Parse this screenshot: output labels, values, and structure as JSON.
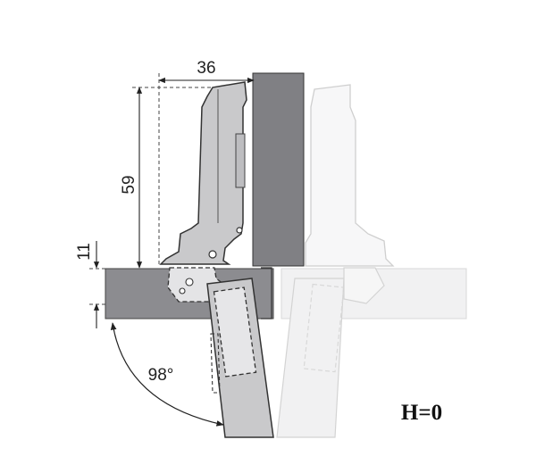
{
  "diagram": {
    "dimensions": {
      "width": "36",
      "height": "59",
      "overlay": "11",
      "angle": "98°"
    },
    "label": "H=0",
    "colors": {
      "door_panel": "#808084",
      "cabinet_panel": "#8c8c90",
      "hinge_arm": "#c9c9cb",
      "hinge_outline": "#333333",
      "dimension_lines": "#222222"
    }
  }
}
